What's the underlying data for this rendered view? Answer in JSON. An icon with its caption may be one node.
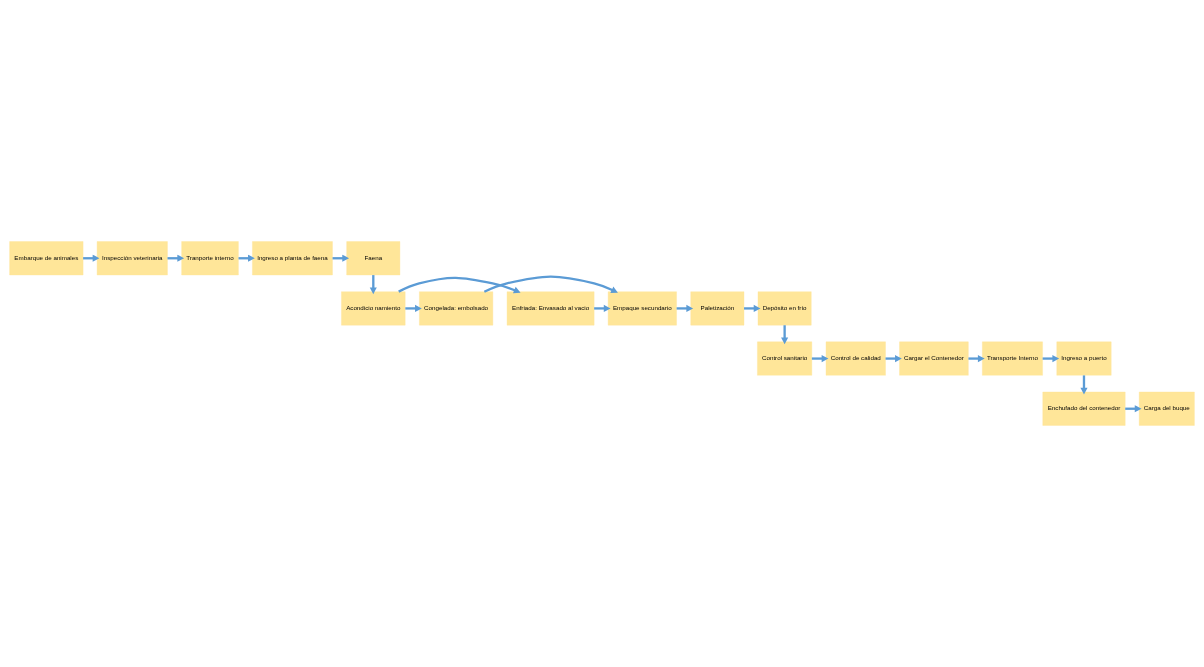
{
  "diagram": {
    "nodes": [
      {
        "text": [
          "Embarque de animales"
        ]
      },
      {
        "text": [
          "Inspección veterinaria"
        ]
      },
      {
        "text": [
          "Tranporte interno"
        ]
      },
      {
        "text": [
          "Ingreso a planta de faena"
        ]
      },
      {
        "text": [
          "Faena"
        ]
      },
      {
        "text": [
          "Enfriada: Envasado al vacio"
        ]
      },
      {
        "text": [
          "Depósito en frío"
        ]
      },
      {
        "text": [
          "Paletización"
        ]
      },
      {
        "text": [
          "Empaque secundario"
        ]
      },
      {
        "text": [
          "Acondicio namiento"
        ]
      },
      {
        "text": [
          "Congelada: embolsado"
        ]
      },
      {
        "text": [
          "Control sanitario"
        ]
      },
      {
        "text": [
          "Control de calidad"
        ]
      },
      {
        "text": [
          "Cargar el Contenedor"
        ]
      },
      {
        "text": [
          "Transporte Interno"
        ]
      },
      {
        "text": [
          "Ingreso a puerto"
        ]
      },
      {
        "text": [
          "Carga del buque"
        ]
      },
      {
        "text": [
          "Enchufado del contenedor"
        ]
      }
    ],
    "edges": [
      {
        "from": 0,
        "to": 1,
        "arrow": "to"
      },
      {
        "from": 1,
        "to": 2,
        "arrow": "to"
      },
      {
        "from": 2,
        "to": 3,
        "arrow": "to"
      },
      {
        "from": 3,
        "to": 4,
        "arrow": "to"
      },
      {
        "from": 4,
        "to": 9,
        "arrow": "to"
      },
      {
        "from": 9,
        "to": 5,
        "arrow": "to"
      },
      {
        "from": 9,
        "to": 10,
        "arrow": "to"
      },
      {
        "from": 5,
        "to": 8,
        "arrow": "to"
      },
      {
        "from": 10,
        "to": 8,
        "arrow": "to"
      },
      {
        "from": 8,
        "to": 7,
        "arrow": "to"
      },
      {
        "from": 7,
        "to": 6,
        "arrow": "to"
      },
      {
        "from": 6,
        "to": 11,
        "arrow": "to"
      },
      {
        "from": 11,
        "to": 12,
        "arrow": "to"
      },
      {
        "from": 12,
        "to": 13,
        "arrow": "to"
      },
      {
        "from": 13,
        "to": 14,
        "arrow": "to"
      },
      {
        "from": 14,
        "to": 15,
        "arrow": "to"
      },
      {
        "from": 15,
        "to": 17,
        "arrow": "to"
      },
      {
        "from": 17,
        "to": 16,
        "arrow": "to"
      }
    ]
  }
}
